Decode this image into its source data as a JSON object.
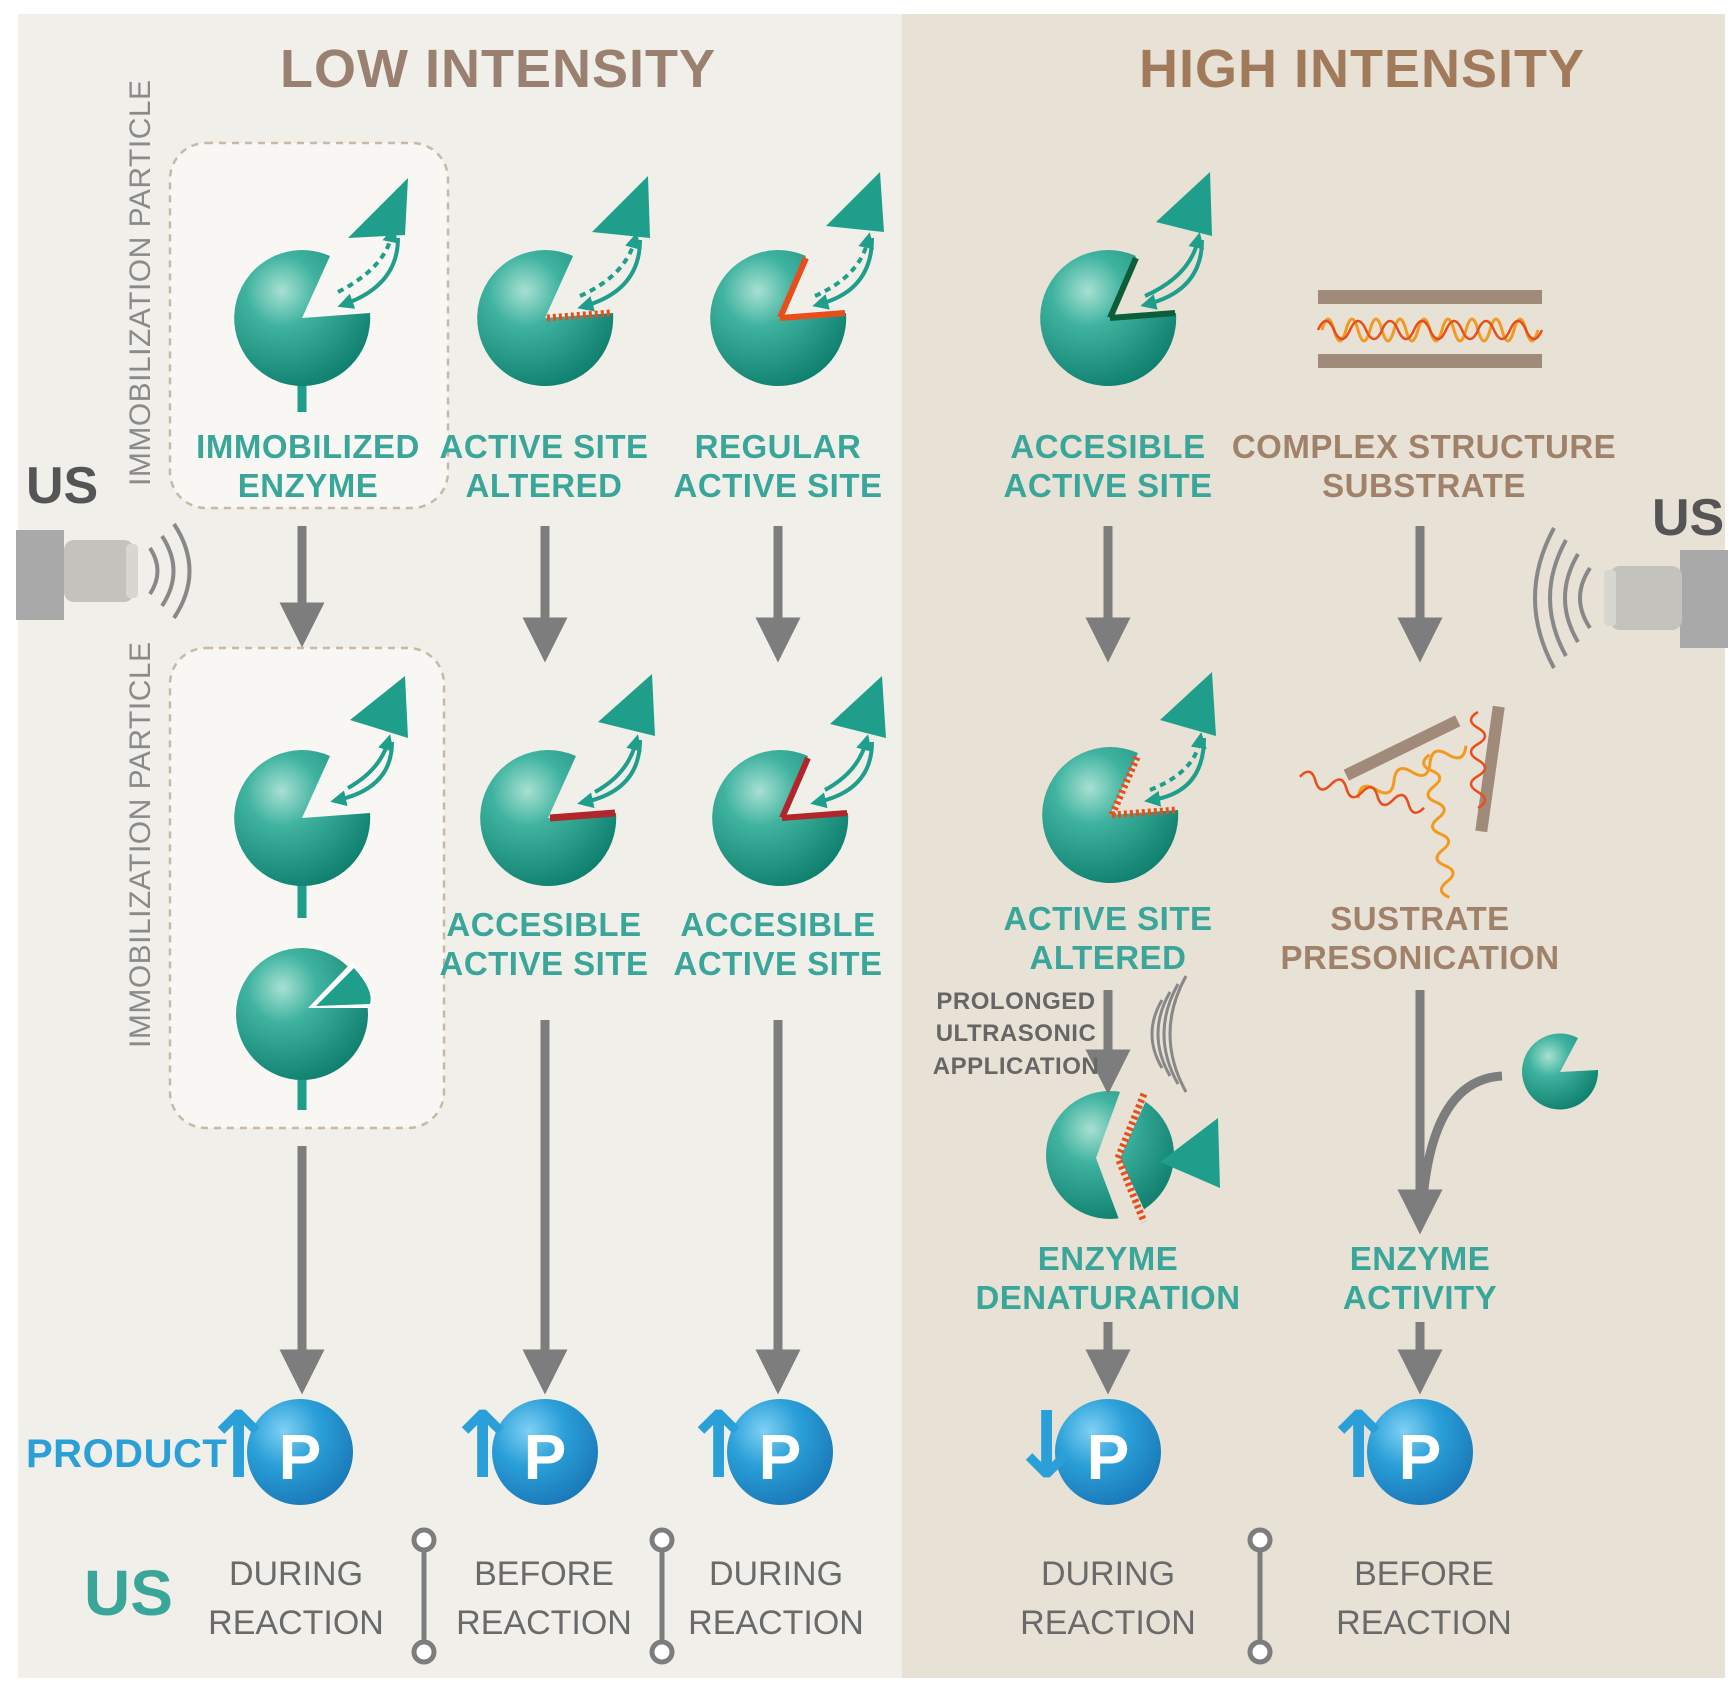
{
  "headers": {
    "low": "LOW INTENSITY",
    "high": "HIGH INTENSITY"
  },
  "us_tags": {
    "left": "US",
    "right": "US"
  },
  "immobilization_label": "IMMOBILIZATION PARTICLE",
  "top_labels": {
    "col1": [
      "IMMOBILIZED",
      "ENZYME"
    ],
    "col2": [
      "ACTIVE SITE",
      "ALTERED"
    ],
    "col3": [
      "REGULAR",
      "ACTIVE SITE"
    ],
    "col4": [
      "ACCESIBLE",
      "ACTIVE SITE"
    ],
    "col5": [
      "COMPLEX STRUCTURE",
      "SUBSTRATE"
    ]
  },
  "mid_labels": {
    "col2": [
      "ACCESIBLE",
      "ACTIVE SITE"
    ],
    "col3": [
      "ACCESIBLE",
      "ACTIVE SITE"
    ],
    "col4": [
      "ACTIVE SITE",
      "ALTERED"
    ],
    "col5": [
      "SUSTRATE",
      "PRESONICATION"
    ]
  },
  "prolonged": [
    "PROLONGED",
    "ULTRASONIC",
    "APPLICATION"
  ],
  "lower_labels": {
    "col4": [
      "ENZYME",
      "DENATURATION"
    ],
    "col5": [
      "ENZYME",
      "ACTIVITY"
    ]
  },
  "product_label": "PRODUCT",
  "product_symbol": "P",
  "product_arrows": [
    "↑",
    "↑",
    "↑",
    "↓",
    "↑"
  ],
  "us_row_label": "US",
  "timing": {
    "col1": [
      "DURING",
      "REACTION"
    ],
    "col2": [
      "BEFORE",
      "REACTION"
    ],
    "col3": [
      "DURING",
      "REACTION"
    ],
    "col4": [
      "DURING",
      "REACTION"
    ],
    "col5": [
      "BEFORE",
      "REACTION"
    ]
  },
  "colors": {
    "low_bg": "#f0efe9",
    "high_bg": "#e8e1d6",
    "teal": "#1f9e8c",
    "teal_label": "#3aa69a",
    "brown": "#a0826b",
    "arrow_gray": "#7d7d7d",
    "product_blue": "#2a9fd8",
    "site_orange": "#e84e1b",
    "site_red": "#b0262a",
    "site_dark_green": "#0d5c3a",
    "spring_orange": "#f29a1f"
  }
}
